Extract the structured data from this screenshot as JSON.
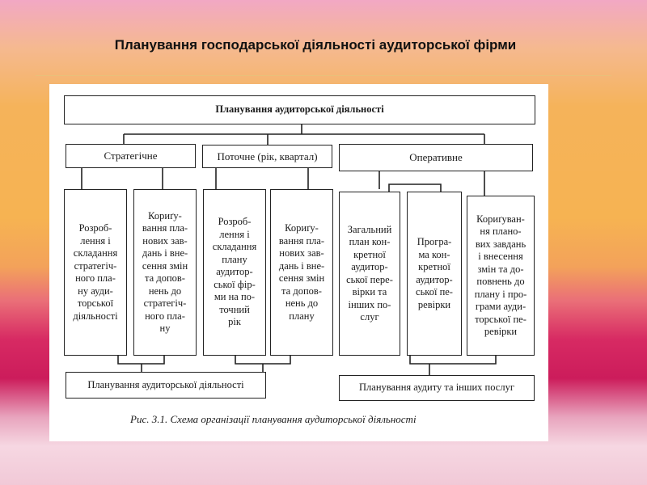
{
  "slide": {
    "title": "Планування господарської діяльності аудиторської фірми"
  },
  "diagram": {
    "header": "Планування аудиторської діяльності",
    "categories": {
      "strategic": "Стратегічне",
      "current": "Поточне (рік, квартал)",
      "operative": "Оперативне"
    },
    "boxes": {
      "s1": "Розроб-\nлення і\nскладання\nстратегіч-\nного пла-\nну ауди-\nторської\nдіяльності",
      "s2": "Кориґу-\nвання пла-\nнових зав-\nдань і вне-\nсення змін\nта допов-\nнень до\nстратегіч-\nного пла-\nну",
      "c1": "Розроб-\nлення і\nскладання\nплану\nаудитор-\nської фір-\nми на по-\nточний\nрік",
      "c2": "Кориґу-\nвання пла-\nнових зав-\nдань і вне-\nсення змін\nта допов-\nнень до\nплану",
      "o1": "Загальний\nплан кон-\nкретної\nаудитор-\nської пере-\nвірки та\nінших по-\nслуг",
      "o2": "Програ-\nма кон-\nкретної\nаудитор-\nської пе-\nревірки",
      "o3": "Кориґуван-\nня плано-\nвих завдань\nі внесення\nзмін та до-\nповнень до\nплану і про-\nграми ауди-\nторської пе-\nревірки"
    },
    "bottom_left": "Планування аудиторської діяльності",
    "bottom_right": "Планування аудиту та інших послуг",
    "caption": "Рис. 3.1. Схема організації планування аудиторської діяльності"
  }
}
